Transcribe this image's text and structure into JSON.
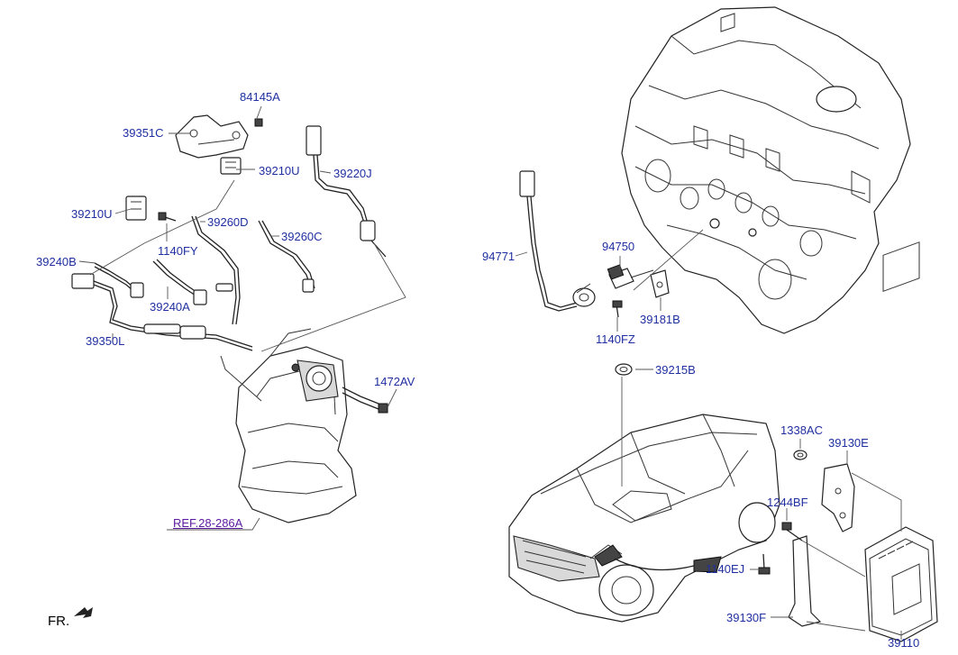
{
  "labels": {
    "p84145A": "84145A",
    "p39351C": "39351C",
    "p39210U_top": "39210U",
    "p39220J": "39220J",
    "p39210U_left": "39210U",
    "p39260D": "39260D",
    "p39260C": "39260C",
    "p1140FY": "1140FY",
    "p39240B": "39240B",
    "p39240A": "39240A",
    "p39350L": "39350L",
    "p1472AV": "1472AV",
    "pREF": "REF.28-286A",
    "p94771": "94771",
    "p94750": "94750",
    "p39181B": "39181B",
    "p1140FZ": "1140FZ",
    "p39215B": "39215B",
    "p1338AC": "1338AC",
    "p39130E": "39130E",
    "p1244BF": "1244BF",
    "p1140EJ": "1140EJ",
    "p39130F": "39130F",
    "p39110": "39110",
    "fr": "FR."
  },
  "colors": {
    "label_text": "#1f2fa0",
    "ref_text": "#5a1aa0",
    "line_art": "#222222"
  }
}
